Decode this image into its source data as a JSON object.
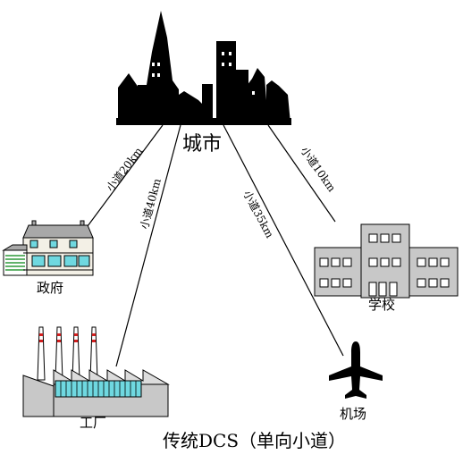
{
  "nodes": {
    "city": {
      "label": "城市",
      "icon": "city-skyline-icon"
    },
    "government": {
      "label": "政府",
      "icon": "government-building-icon"
    },
    "school": {
      "label": "学校",
      "icon": "school-building-icon"
    },
    "factory": {
      "label": "工厂",
      "icon": "factory-icon"
    },
    "airport": {
      "label": "机场",
      "icon": "airplane-icon"
    }
  },
  "edges": {
    "government": {
      "label": "小道20km"
    },
    "factory": {
      "label": "小道40km"
    },
    "airport": {
      "label": "小道35km"
    },
    "school": {
      "label": "小道10km"
    }
  },
  "caption": "传统DCS（单向小道）",
  "colors": {
    "ink": "#000000",
    "building_gray": "#c8c8c8",
    "government_roof": "#a8a8a8",
    "government_accent": "#2e9a3a",
    "factory_glass": "#6fd8e0",
    "chimney_band": "#d21f1f"
  }
}
